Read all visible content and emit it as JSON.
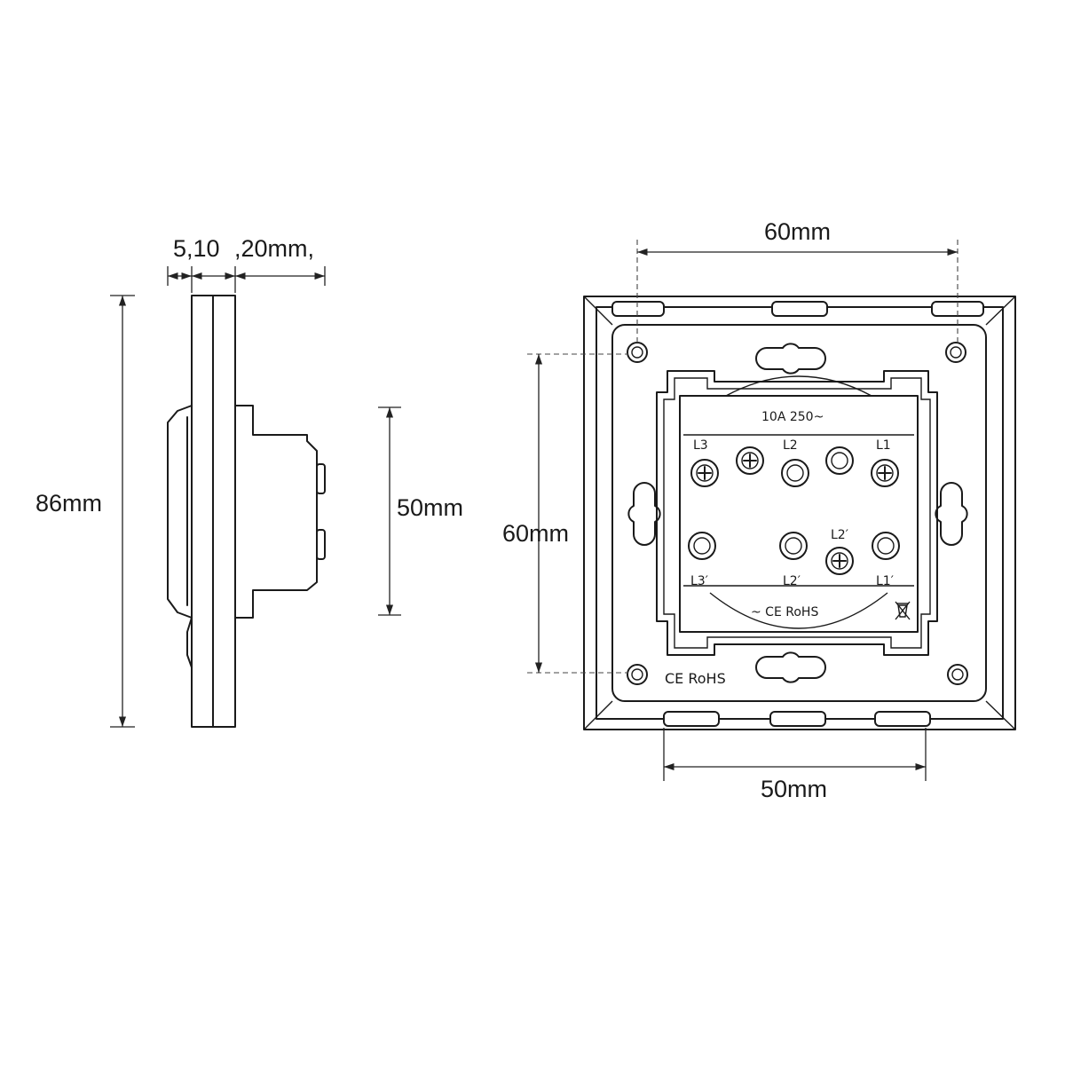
{
  "side_view": {
    "dim_thickness_a": "5,10",
    "dim_thickness_b": ",20mm,",
    "dim_height": "86mm",
    "dim_body_height": "50mm"
  },
  "back_view": {
    "dim_top_width": "60mm",
    "dim_left_height": "60mm",
    "dim_bottom_width": "50mm",
    "rating_text": "10A  250~",
    "terminal_labels_top": [
      "L3",
      "L2",
      "L1"
    ],
    "terminal_label_mid": "L2′",
    "terminal_labels_bottom": [
      "L3′",
      "L2′",
      "L1′"
    ],
    "module_marking": "~ CE  RoHS",
    "plate_marking": "CE  RoHS"
  }
}
